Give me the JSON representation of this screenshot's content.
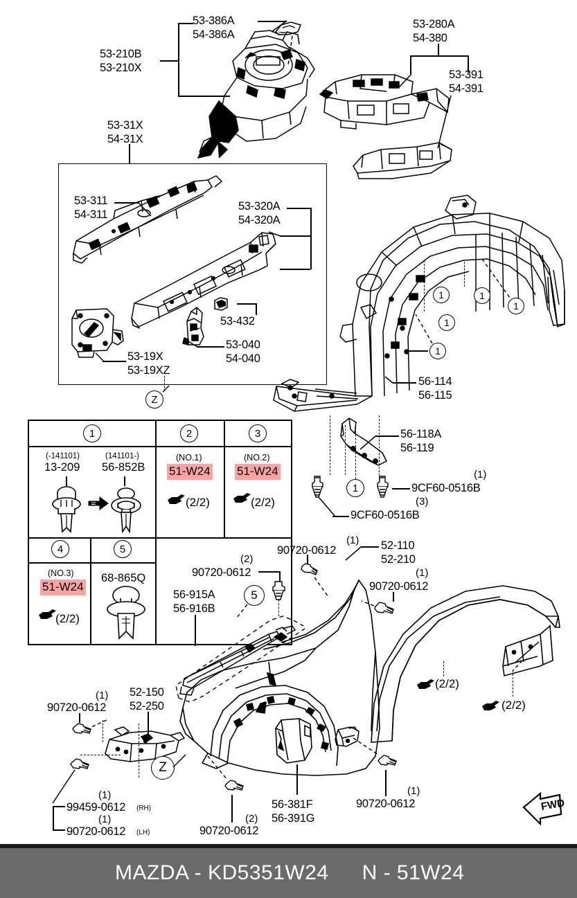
{
  "document": {
    "type": "parts-diagram",
    "title": "MAZDA - KD5351W24",
    "footer_left": "MAZDA - KD5351W24",
    "footer_right": "N - 51W24",
    "fwd_arrow_label": "FWD"
  },
  "colors": {
    "highlight": "#f9a3a3",
    "footer_bg": "#6b6b6b",
    "ink": "#000000",
    "paper": "#ffffff"
  },
  "top_section": {
    "labels": [
      {
        "id": "53-386A",
        "line1": "53-386A",
        "line2": "54-386A"
      },
      {
        "id": "53-210B",
        "line1": "53-210B",
        "line2": "53-210X"
      },
      {
        "id": "53-31X",
        "line1": "53-31X",
        "line2": "54-31X"
      },
      {
        "id": "53-280A",
        "line1": "53-280A",
        "line2": "54-380"
      },
      {
        "id": "53-391",
        "line1": "53-391",
        "line2": "54-391"
      }
    ]
  },
  "frame_box": {
    "labels": [
      {
        "id": "53-311",
        "line1": "53-311",
        "line2": "54-311"
      },
      {
        "id": "53-320A",
        "line1": "53-320A",
        "line2": "54-320A"
      },
      {
        "id": "53-432",
        "line1": "53-432",
        "line2": ""
      },
      {
        "id": "53-040",
        "line1": "53-040",
        "line2": "54-040"
      },
      {
        "id": "53-19X",
        "line1": "53-19X",
        "line2": "53-19XZ"
      }
    ],
    "section_marker": "Z"
  },
  "liner_section": {
    "labels": [
      {
        "id": "56-114",
        "line1": "56-114",
        "line2": "56-115"
      },
      {
        "id": "56-118A",
        "line1": "56-118A",
        "line2": "56-119"
      }
    ],
    "callout_indices": [
      "1",
      "1",
      "1",
      "1",
      "1",
      "1"
    ],
    "fasteners": [
      {
        "part": "9CF60-0516B",
        "qty": "(1)"
      },
      {
        "part": "9CF60-0516B",
        "qty": "(3)"
      }
    ]
  },
  "fender_section": {
    "labels": [
      {
        "id": "52-110",
        "line1": "52-110",
        "line2": "52-210"
      },
      {
        "id": "56-915A",
        "line1": "56-915A",
        "line2": "56-916B"
      },
      {
        "id": "52-150",
        "line1": "52-150",
        "line2": "52-250"
      },
      {
        "id": "56-381F",
        "line1": "56-381F",
        "line2": "56-391G"
      }
    ],
    "fasteners": [
      {
        "part": "90720-0612",
        "qty": "(1)",
        "note": ""
      },
      {
        "part": "90720-0612",
        "qty": "(1)",
        "note": ""
      },
      {
        "part": "90720-0612",
        "qty": "(2)",
        "note": ""
      },
      {
        "part": "90720-0612",
        "qty": "(1)",
        "note": ""
      },
      {
        "part": "99459-0612",
        "qty": "(1)",
        "note": "(RH)"
      },
      {
        "part": "90720-0612",
        "qty": "(1)",
        "note": "(LH)"
      },
      {
        "part": "90720-0612",
        "qty": "(2)",
        "note": ""
      },
      {
        "part": "90720-0612",
        "qty": "(1)",
        "note": ""
      }
    ],
    "clip_notes": [
      {
        "icon": "hand-pointing-icon",
        "qty": "(2/2)"
      },
      {
        "icon": "hand-pointing-icon",
        "qty": "(2/2)"
      }
    ],
    "section_marker": "Z",
    "callout_indices": [
      "5"
    ]
  },
  "legend": {
    "items": [
      {
        "index": "1",
        "variants": [
          {
            "date": "(-141101)",
            "part": "13-209"
          },
          {
            "date": "(141101-)",
            "part": "56-852B"
          }
        ],
        "arrow": "replacement-arrow-icon",
        "icon": "push-clip-icon"
      },
      {
        "index": "2",
        "no_label": "(NO.1)",
        "part": "51-W24",
        "highlighted": true,
        "icon": "hand-pointing-icon",
        "qty": "(2/2)"
      },
      {
        "index": "3",
        "no_label": "(NO.2)",
        "part": "51-W24",
        "highlighted": true,
        "icon": "hand-pointing-icon",
        "qty": "(2/2)"
      },
      {
        "index": "4",
        "no_label": "(NO.3)",
        "part": "51-W24",
        "highlighted": true,
        "icon": "hand-pointing-icon",
        "qty": "(2/2)"
      },
      {
        "index": "5",
        "part": "68-865Q",
        "highlighted": false,
        "icon": "push-clip-icon"
      }
    ]
  }
}
